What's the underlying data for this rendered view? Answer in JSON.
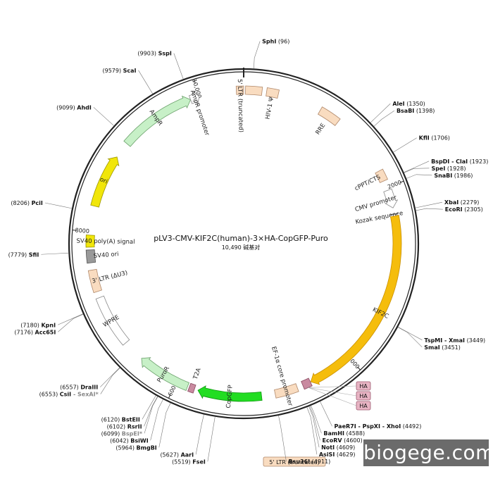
{
  "plasmid": {
    "name": "pLV3-CMV-KIF2C(human)-3×HA-CopGFP-Puro",
    "size_text": "10,490 碱基对",
    "total_bp": 10490
  },
  "ticks": [
    {
      "bp": 2000,
      "label": "2000"
    },
    {
      "bp": 4000,
      "label": "4000"
    },
    {
      "bp": 6000,
      "label": "6000"
    },
    {
      "bp": 8000,
      "label": "8000"
    },
    {
      "bp": 10000,
      "label": "10,000"
    }
  ],
  "features": [
    {
      "id": "ltr5",
      "label": "5' LTR (truncated)",
      "start": 10410,
      "end": 10490,
      "color": "#f9dcc0",
      "stroke": "#b0886a",
      "type": "box",
      "label_box": false
    },
    {
      "id": "ltr5b",
      "label": "",
      "start": 20,
      "end": 200,
      "color": "#f9dcc0",
      "stroke": "#b0886a",
      "type": "box"
    },
    {
      "id": "hiv",
      "label": "HIV-1 Ψ",
      "start": 250,
      "end": 380,
      "color": "#f9dcc0",
      "stroke": "#b0886a",
      "type": "box"
    },
    {
      "id": "rre",
      "label": "RRE",
      "start": 870,
      "end": 1100,
      "color": "#f9dcc0",
      "stroke": "#b0886a",
      "type": "box"
    },
    {
      "id": "cppt",
      "label": "cPPT/CTS",
      "start": 1800,
      "end": 1920,
      "color": "#f9dcc0",
      "stroke": "#b0886a",
      "type": "box"
    },
    {
      "id": "cmv",
      "label": "CMV promoter",
      "start": 2030,
      "end": 2230,
      "color": "#ffffff",
      "stroke": "#888888",
      "type": "arrow"
    },
    {
      "id": "kozak",
      "label": "Kozak sequence",
      "start": 2300,
      "end": 2310,
      "color": "#777777",
      "stroke": "#777777",
      "type": "line"
    },
    {
      "id": "kif2c",
      "label": "KIF2C",
      "start": 2320,
      "end": 4490,
      "color": "#f5bd0c",
      "stroke": "#c98f00",
      "type": "arrow"
    },
    {
      "id": "ha",
      "label": "",
      "start": 4495,
      "end": 4585,
      "color": "#c98aa0",
      "stroke": "#8a4a60",
      "type": "box"
    },
    {
      "id": "ef1a",
      "label": "EF-1α core promoter",
      "start": 4650,
      "end": 4900,
      "color": "#f9dcc0",
      "stroke": "#b0886a",
      "type": "box"
    },
    {
      "id": "copgfp",
      "label": "CopGFP",
      "start": 5050,
      "end": 5750,
      "color": "#22dd22",
      "stroke": "#119911",
      "type": "arrow"
    },
    {
      "id": "t2a",
      "label": "T2A",
      "start": 5790,
      "end": 5850,
      "color": "#c98aa0",
      "stroke": "#8a4a60",
      "type": "box"
    },
    {
      "id": "puror",
      "label": "PuroR",
      "start": 5870,
      "end": 6460,
      "color": "#c7f0c7",
      "stroke": "#6aa06a",
      "type": "arrow"
    },
    {
      "id": "wpre",
      "label": "WPRE",
      "start": 6700,
      "end": 7270,
      "color": "#ffffff",
      "stroke": "#888888",
      "type": "box"
    },
    {
      "id": "ltr3",
      "label": "3' LTR (ΔU3)",
      "start": 7340,
      "end": 7580,
      "color": "#f9dcc0",
      "stroke": "#b0886a",
      "type": "box"
    },
    {
      "id": "sv40ori",
      "label": "SV40 ori",
      "start": 7660,
      "end": 7800,
      "color": "#999999",
      "stroke": "#555555",
      "type": "box"
    },
    {
      "id": "sv40pa",
      "label": "SV40 poly(A) signal",
      "start": 7830,
      "end": 7960,
      "color": "#f1e60a",
      "stroke": "#9a9400",
      "type": "box"
    },
    {
      "id": "ori",
      "label": "ori",
      "start": 8280,
      "end": 8870,
      "color": "#f1e60a",
      "stroke": "#9a9400",
      "type": "arrow"
    },
    {
      "id": "ampr",
      "label": "AmpR",
      "start": 9050,
      "end": 9900,
      "color": "#c7f0c7",
      "stroke": "#6aa06a",
      "type": "arrow"
    },
    {
      "id": "amprp",
      "label": "AmpR promoter",
      "start": 9900,
      "end": 10000,
      "color": "#ffffff",
      "stroke": "#888888",
      "type": "arrow"
    }
  ],
  "ha_tags": [
    "HA",
    "HA",
    "HA"
  ],
  "ltr5_bottom_label": "5' LTR (truncated)",
  "sites": [
    {
      "id": "sphi",
      "name": "SphI",
      "pos": "(96)",
      "bp": 96,
      "side": "right"
    },
    {
      "id": "alei",
      "name": "AleI",
      "pos": "(1350)",
      "bp": 1350,
      "side": "right"
    },
    {
      "id": "bsabi",
      "name": "BsaBI",
      "pos": "(1398)",
      "bp": 1398,
      "side": "right"
    },
    {
      "id": "kfli",
      "name": "KflI",
      "pos": "(1706)",
      "bp": 1706,
      "side": "right"
    },
    {
      "id": "bspdi",
      "name": "BspDI - ClaI",
      "pos": "(1923)",
      "bp": 1923,
      "side": "right"
    },
    {
      "id": "spei",
      "name": "SpeI",
      "pos": "(1928)",
      "bp": 1928,
      "side": "right"
    },
    {
      "id": "snabi",
      "name": "SnaBI",
      "pos": "(1986)",
      "bp": 1986,
      "side": "right"
    },
    {
      "id": "xbai",
      "name": "XbaI",
      "pos": "(2279)",
      "bp": 2279,
      "side": "right"
    },
    {
      "id": "ecori",
      "name": "EcoRI",
      "pos": "(2305)",
      "bp": 2305,
      "side": "right"
    },
    {
      "id": "tspmi",
      "name": "TspMI - XmaI",
      "pos": "(3449)",
      "bp": 3449,
      "side": "right"
    },
    {
      "id": "smai",
      "name": "SmaI",
      "pos": "(3451)",
      "bp": 3451,
      "side": "right"
    },
    {
      "id": "paer7i",
      "name": "PaeR7I - PspXI - XhoI",
      "pos": "(4492)",
      "bp": 4492,
      "side": "right"
    },
    {
      "id": "bamhi",
      "name": "BamHI",
      "pos": "(4588)",
      "bp": 4588,
      "side": "right"
    },
    {
      "id": "ecorv",
      "name": "EcoRV",
      "pos": "(4600)",
      "bp": 4600,
      "side": "right"
    },
    {
      "id": "noti",
      "name": "NotI",
      "pos": "(4609)",
      "bp": 4609,
      "side": "right"
    },
    {
      "id": "asisi",
      "name": "AsiSI",
      "pos": "(4629)",
      "bp": 4629,
      "side": "right"
    },
    {
      "id": "bsu36i",
      "name": "Bsu36I",
      "pos": "(4911)",
      "bp": 4911,
      "side": "right"
    },
    {
      "id": "fsei",
      "name": "FseI",
      "pos": "(5519)",
      "bp": 5519,
      "side": "left"
    },
    {
      "id": "aari",
      "name": "AarI",
      "pos": "(5627)",
      "bp": 5627,
      "side": "left"
    },
    {
      "id": "bmgbi",
      "name": "BmgBI",
      "pos": "(5964)",
      "bp": 5964,
      "side": "left"
    },
    {
      "id": "bsiwi",
      "name": "BsiWI",
      "pos": "(6042)",
      "bp": 6042,
      "side": "left"
    },
    {
      "id": "bspei",
      "name": "BspEI*",
      "pos": "(6099)",
      "bp": 6099,
      "side": "left",
      "grey": true
    },
    {
      "id": "rsrii",
      "name": "RsrII",
      "pos": "(6102)",
      "bp": 6102,
      "side": "left"
    },
    {
      "id": "bsteii",
      "name": "BstEII",
      "pos": "(6120)",
      "bp": 6120,
      "side": "left"
    },
    {
      "id": "csii",
      "name": "CsiI",
      "pos": "(6553)",
      "bp": 6553,
      "side": "left",
      "extra": " - SexAI*"
    },
    {
      "id": "draiii",
      "name": "DraIII",
      "pos": "(6557)",
      "bp": 6557,
      "side": "left"
    },
    {
      "id": "acc65i",
      "name": "Acc65I",
      "pos": "(7176)",
      "bp": 7176,
      "side": "left"
    },
    {
      "id": "kpni",
      "name": "KpnI",
      "pos": "(7180)",
      "bp": 7180,
      "side": "left"
    },
    {
      "id": "sfii",
      "name": "SfiI",
      "pos": "(7779)",
      "bp": 7779,
      "side": "left"
    },
    {
      "id": "pcii",
      "name": "PciI",
      "pos": "(8206)",
      "bp": 8206,
      "side": "left"
    },
    {
      "id": "ahdi",
      "name": "AhdI",
      "pos": "(9099)",
      "bp": 9099,
      "side": "left"
    },
    {
      "id": "scai",
      "name": "ScaI",
      "pos": "(9579)",
      "bp": 9579,
      "side": "left"
    },
    {
      "id": "sspi",
      "name": "SspI",
      "pos": "(9903)",
      "bp": 9903,
      "side": "left"
    }
  ],
  "watermark": "biogege.com"
}
